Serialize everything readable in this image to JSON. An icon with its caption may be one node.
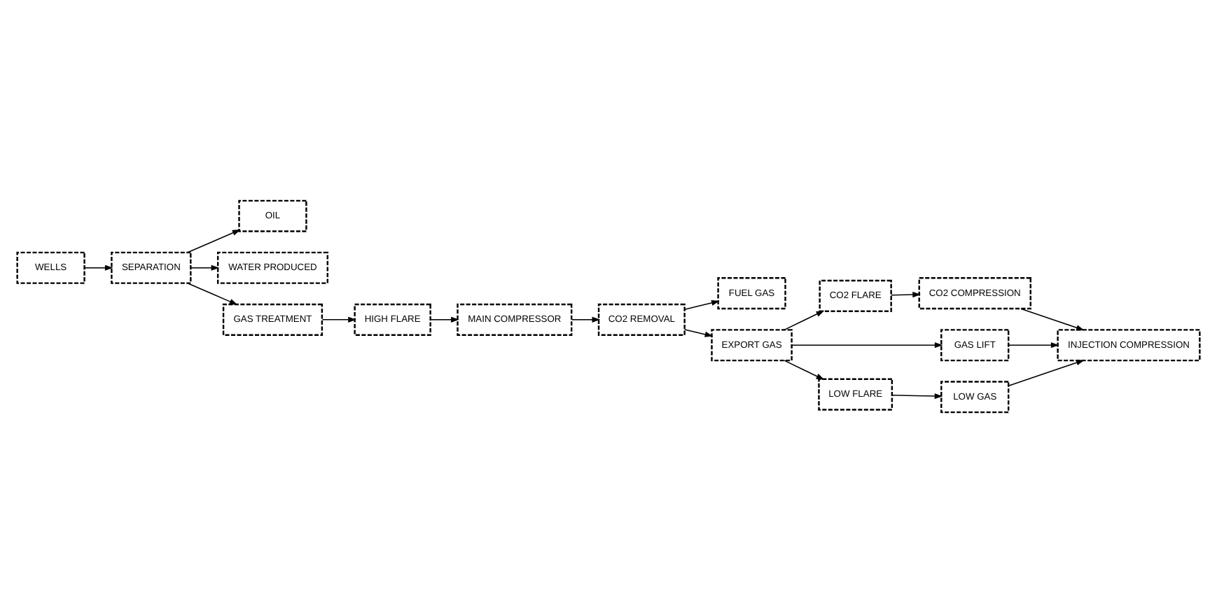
{
  "diagram": {
    "nodes": [
      {
        "text": [
          "WELLS"
        ]
      },
      {
        "text": [
          "SEPARATION"
        ]
      },
      {
        "text": [
          "OIL"
        ]
      },
      {
        "text": [
          "WATER PRODUCED"
        ]
      },
      {
        "text": [
          "GAS TREATMENT"
        ]
      },
      {
        "text": [
          "HIGH FLARE"
        ]
      },
      {
        "text": [
          "MAIN COMPRESSOR"
        ]
      },
      {
        "text": [
          "CO2 REMOVAL"
        ]
      },
      {
        "text": [
          "FUEL GAS"
        ]
      },
      {
        "text": [
          "EXPORT GAS"
        ]
      },
      {
        "text": [
          "CO2 FLARE"
        ]
      },
      {
        "text": [
          "CO2 COMPRESSION"
        ]
      },
      {
        "text": [
          "GAS LIFT"
        ]
      },
      {
        "text": [
          "INJECTION COMPRESSION"
        ]
      },
      {
        "text": [
          "LOW FLARE"
        ]
      },
      {
        "text": [
          "LOW GAS"
        ]
      }
    ],
    "edges": [
      {
        "from": 0,
        "to": 1,
        "arrow": "to"
      },
      {
        "from": 1,
        "to": 2,
        "arrow": "to"
      },
      {
        "from": 1,
        "to": 3,
        "arrow": "to"
      },
      {
        "from": 1,
        "to": 4,
        "arrow": "to"
      },
      {
        "from": 4,
        "to": 5,
        "arrow": "to"
      },
      {
        "from": 5,
        "to": 6,
        "arrow": "to"
      },
      {
        "from": 6,
        "to": 7,
        "arrow": "to"
      },
      {
        "from": 7,
        "to": 8,
        "arrow": "to"
      },
      {
        "from": 7,
        "to": 9,
        "arrow": "to"
      },
      {
        "from": 9,
        "to": 10,
        "arrow": "to"
      },
      {
        "from": 9,
        "to": 12,
        "arrow": "to"
      },
      {
        "from": 9,
        "to": 14,
        "arrow": "to"
      },
      {
        "from": 10,
        "to": 11,
        "arrow": "to"
      },
      {
        "from": 11,
        "to": 13,
        "arrow": "to"
      },
      {
        "from": 12,
        "to": 13,
        "arrow": "to"
      },
      {
        "from": 14,
        "to": 15,
        "arrow": "to"
      },
      {
        "from": 15,
        "to": 13,
        "arrow": "to"
      }
    ]
  }
}
